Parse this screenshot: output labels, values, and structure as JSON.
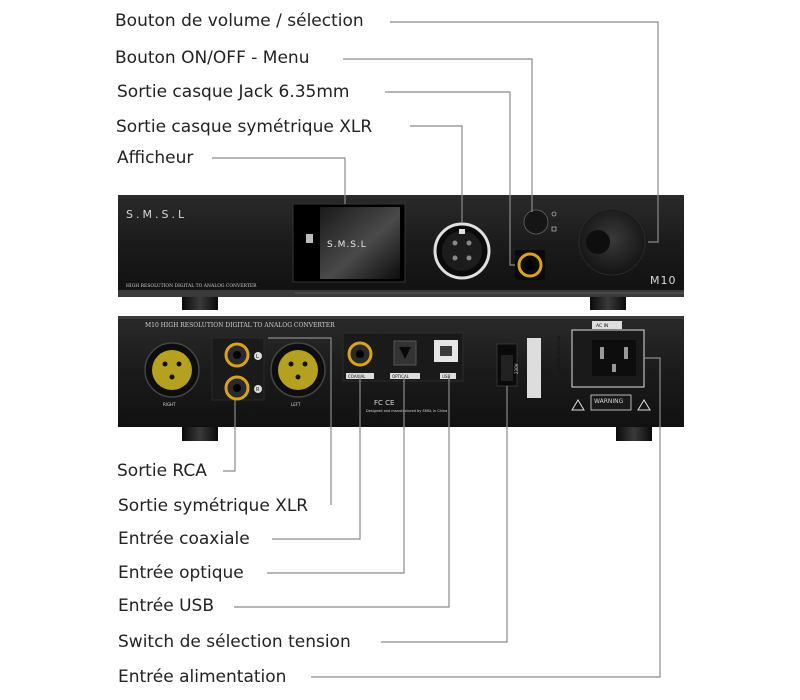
{
  "top_labels": [
    "Bouton de volume / sélection",
    "Bouton ON/OFF - Menu",
    "Sortie casque Jack 6.35mm",
    "Sortie casque symétrique XLR",
    "Afficheur"
  ],
  "bottom_labels": [
    "Sortie RCA",
    "Sortie symétrique XLR",
    "Entrée coaxiale",
    "Entrée optique",
    "Entrée USB",
    "Switch de sélection tension",
    "Entrée alimentation"
  ],
  "device": {
    "brand": "S.M.S.L",
    "display_text": "S.M.S.L",
    "model": "M10",
    "front_caption": "HIGH RESOLUTION DIGITAL TO ANALOG CONVERTER",
    "rear_caption": "M10  HIGH RESOLUTION DIGITAL TO ANALOG CONVERTER",
    "rear_ports": {
      "right": "RIGHT",
      "left": "LEFT",
      "rca_l": "L",
      "rca_r": "R",
      "coaxial": "COAXIAL",
      "optical": "OPTICAL",
      "usb": "USB",
      "voltage_switch": "230V",
      "voltage_select": "VOLTAGE SELECTION",
      "ac_in": "AC IN",
      "warning": "WARNING",
      "cert": "FC CE",
      "designed": "Designed and manufactured by SMSL in China"
    }
  }
}
